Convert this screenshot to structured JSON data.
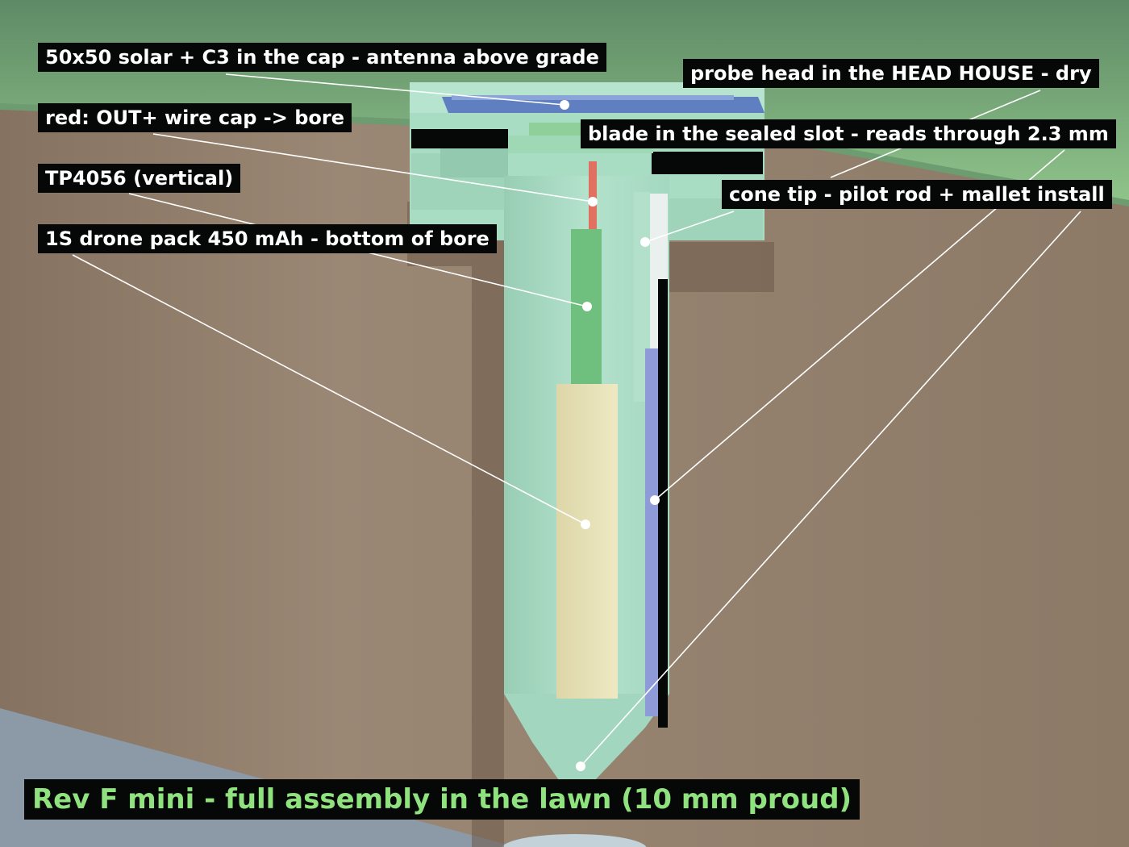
{
  "labels": {
    "solar": "50x50 solar + C3 in the cap - antenna above grade",
    "probe_head": "probe head in the HEAD HOUSE - dry",
    "red_wire": "red: OUT+ wire cap -> bore",
    "blade": "blade in the sealed slot - reads through 2.3 mm",
    "tp4056": "TP4056 (vertical)",
    "cone_tip": "cone tip - pilot rod + mallet install",
    "battery": "1S drone pack 450 mAh - bottom of bore"
  },
  "title": "Rev F mini - full assembly in the lawn (10 mm proud)",
  "colors": {
    "lawn": "#7fb57a",
    "soil": "#8e7a66",
    "housing": "#a8dcc3",
    "solar_panel": "#5f7fc0",
    "battery": "#e3dcae",
    "board": "#6fbf7e",
    "wire": "#e07060",
    "blade": "#8f9ad8",
    "title_text": "#8fe27e"
  }
}
